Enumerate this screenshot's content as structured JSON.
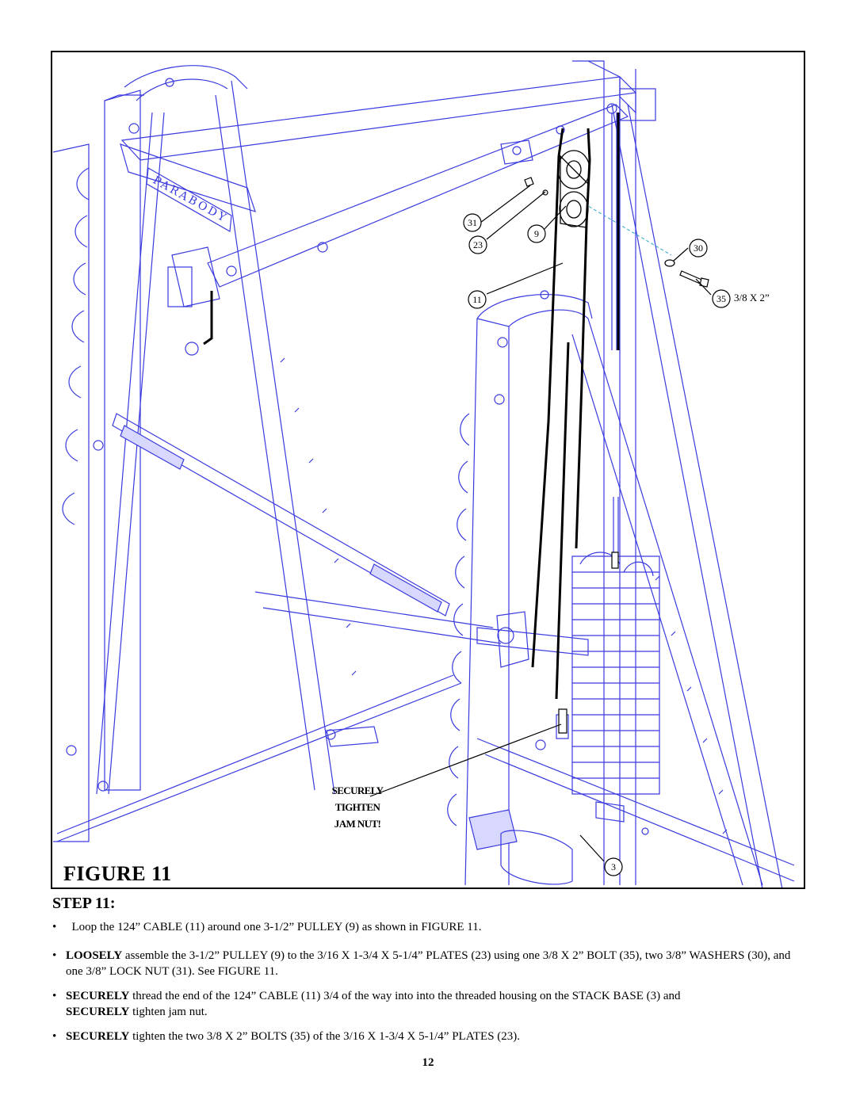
{
  "figure": {
    "title": "FIGURE 11",
    "brand_plate": "PARABODY",
    "warning_lines": [
      "SECURELY",
      "TIGHTEN",
      "JAM NUT!"
    ],
    "callouts": {
      "c31": "31",
      "c23": "23",
      "c9": "9",
      "c30": "30",
      "c11": "11",
      "c35": "35",
      "c3": "3"
    },
    "bolt_size": "3/8 X 2”",
    "colors": {
      "line_art": "#3a3ae0",
      "cable": "#000000",
      "leader": "#000000"
    }
  },
  "step": {
    "heading": "STEP 11:",
    "bullet_char": "•",
    "items": [
      {
        "bold": "",
        "text": "Loop the 124” CABLE (11) around one 3-1/2” PULLEY (9) as shown in FIGURE 11."
      },
      {
        "bold": "LOOSELY",
        "text": " assemble the 3-1/2” PULLEY (9) to the 3/16 X 1-3/4 X 5-1/4” PLATES (23) using one 3/8 X 2” BOLT (35), two 3/8” WASHERS (30), and one  3/8” LOCK NUT (31). See FIGURE 11."
      },
      {
        "bold": "SECURELY",
        "text": " thread the end of the 124” CABLE (11) 3/4 of the way into into the threaded housing on the STACK BASE (3) and",
        "bold2": "SECURELY",
        "text2": " tighten jam nut."
      },
      {
        "bold": "SECURELY",
        "text": " tighten the two 3/8 X 2” BOLTS (35) of the 3/16 X 1-3/4 X 5-1/4” PLATES (23)."
      }
    ]
  },
  "page_number": "12"
}
